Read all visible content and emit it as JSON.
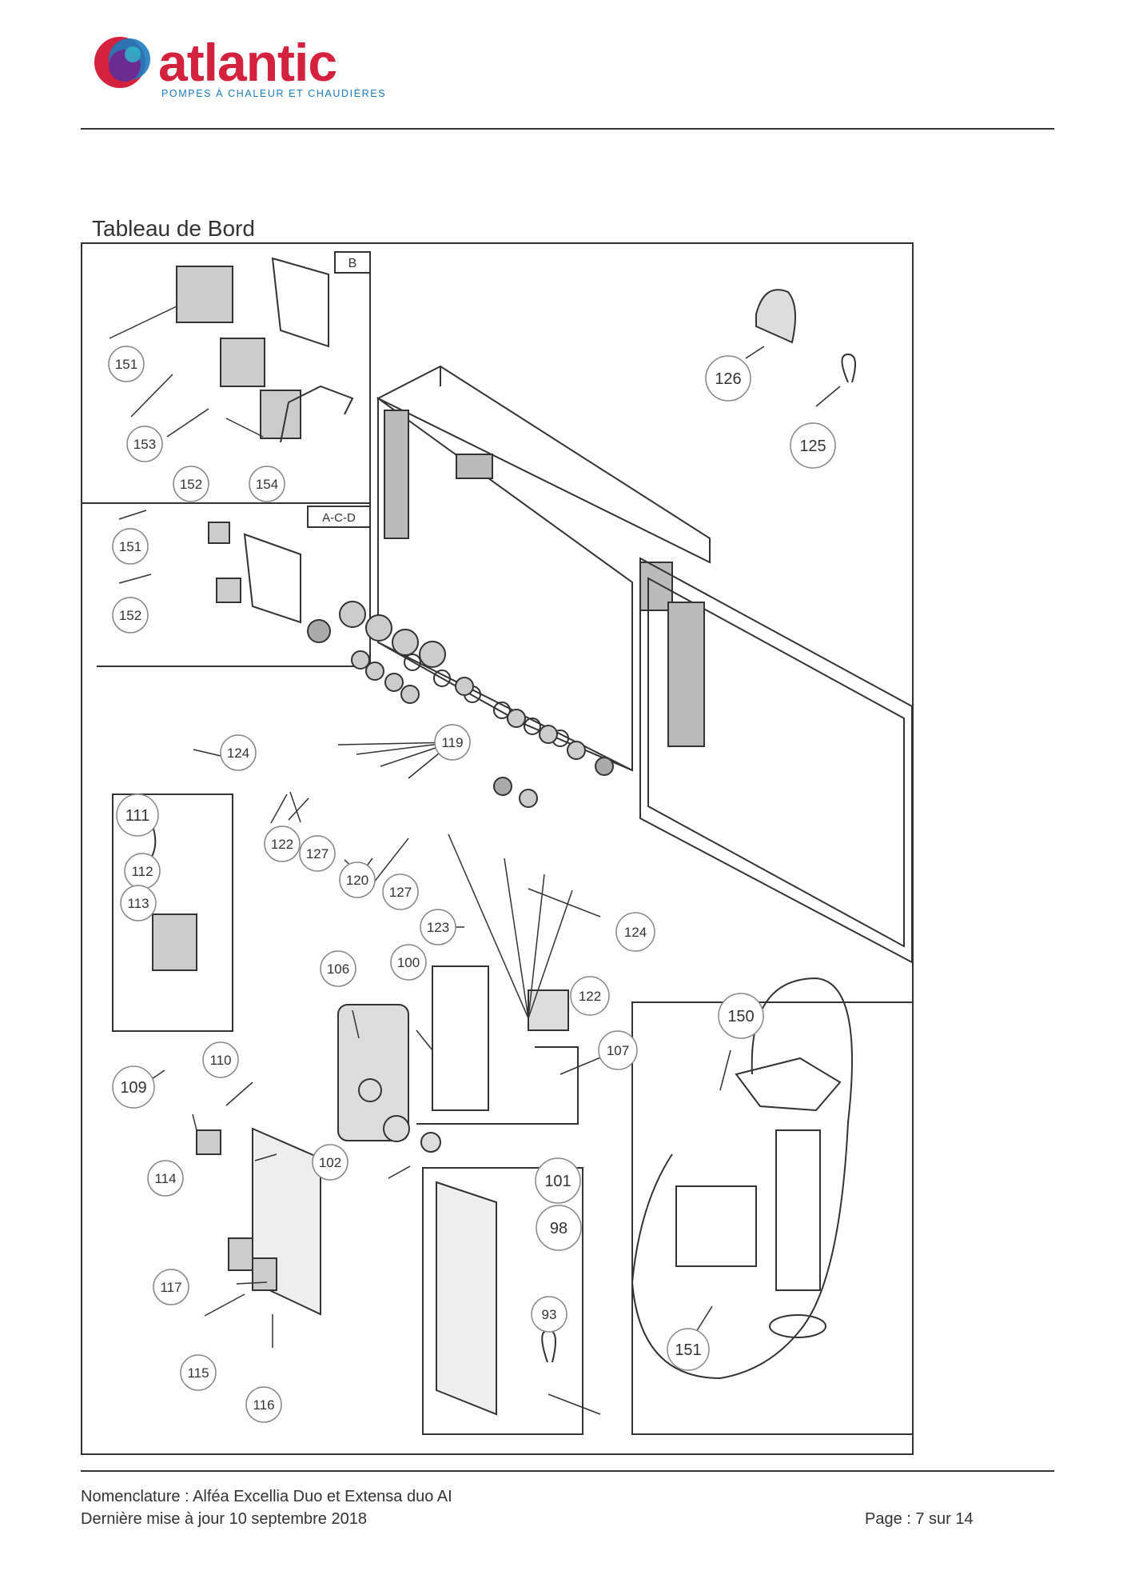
{
  "header": {
    "brand_name": "atlantic",
    "brand_tagline": "POMPES À CHALEUR ET CHAUDIÈRES"
  },
  "section": {
    "title": "Tableau de Bord"
  },
  "diagram": {
    "inset_b_label": "B",
    "inset_acd_label": "A-C-D",
    "callouts": [
      "151",
      "153",
      "152",
      "154",
      "151",
      "152",
      "126",
      "125",
      "124",
      "119",
      "122",
      "127",
      "120",
      "127",
      "111",
      "112",
      "113",
      "110",
      "109",
      "123",
      "124",
      "106",
      "100",
      "122",
      "107",
      "150",
      "102",
      "101",
      "98",
      "114",
      "117",
      "115",
      "116",
      "93",
      "151"
    ]
  },
  "footer": {
    "line1": "Nomenclature : Alféa Excellia Duo et Extensa duo AI",
    "line2": "Dernière mise à jour 10 septembre 2018",
    "page": "Page : 7 sur 14"
  },
  "colors": {
    "brand_red": "#d4213d",
    "brand_blue": "#1d7bbf",
    "brand_purple": "#6a2c91",
    "line": "#333333"
  }
}
